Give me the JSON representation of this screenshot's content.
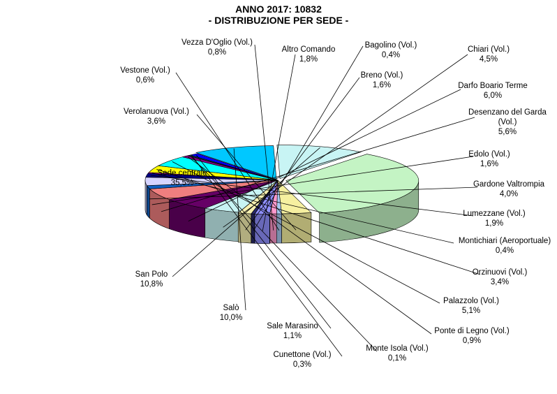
{
  "chart_data": {
    "type": "pie",
    "style": "3d-exploded",
    "title": "ANNO 2017: 10832",
    "subtitle": "- DISTRIBUZIONE PER SEDE -",
    "slices": [
      {
        "label": "Altro Comando",
        "value": 1.8,
        "value_label": "1,8%",
        "color": "#9090ff"
      },
      {
        "label": "Bagolino (Vol.)",
        "value": 0.4,
        "value_label": "0,4%",
        "color": "#2a2a6a"
      },
      {
        "label": "Breno (Vol.)",
        "value": 1.6,
        "value_label": "1,6%",
        "color": "#f6f0b0"
      },
      {
        "label": "Chiari (Vol.)",
        "value": 4.5,
        "value_label": "4,5%",
        "color": "#c8f4f4"
      },
      {
        "label": "Darfo Boario Terme",
        "value": 6.0,
        "value_label": "6,0%",
        "color": "#660066"
      },
      {
        "label": "Desenzano del Garda (Vol.)",
        "value": 5.6,
        "value_label": "5,6%",
        "color": "#ef7f7f"
      },
      {
        "label": "Edolo (Vol.)",
        "value": 1.6,
        "value_label": "1,6%",
        "color": "#1060c0"
      },
      {
        "label": "Gardone Valtrompia",
        "value": 4.0,
        "value_label": "4,0%",
        "color": "#d6d4ff"
      },
      {
        "label": "Lumezzane (Vol.)",
        "value": 1.9,
        "value_label": "1,9%",
        "color": "#000080"
      },
      {
        "label": "Montichiari (Aeroportuale)",
        "value": 0.4,
        "value_label": "0,4%",
        "color": "#ff00ff"
      },
      {
        "label": "Orzinuovi (Vol.)",
        "value": 3.4,
        "value_label": "3,4%",
        "color": "#ffff00"
      },
      {
        "label": "Palazzolo (Vol.)",
        "value": 5.1,
        "value_label": "5,1%",
        "color": "#00ffff"
      },
      {
        "label": "Ponte di Legno (Vol.)",
        "value": 0.9,
        "value_label": "0,9%",
        "color": "#800080"
      },
      {
        "label": "Monte Isola (Vol.)",
        "value": 0.1,
        "value_label": "0,1%",
        "color": "#800000"
      },
      {
        "label": "Cunettone (Vol.)",
        "value": 0.3,
        "value_label": "0,3%",
        "color": "#008080"
      },
      {
        "label": "Sale Marasino",
        "value": 1.1,
        "value_label": "1,1%",
        "color": "#0000ff"
      },
      {
        "label": "Salò",
        "value": 10.0,
        "value_label": "10,0%",
        "color": "#00c8ff"
      },
      {
        "label": "San Polo",
        "value": 10.8,
        "value_label": "10,8%",
        "color": "#c8f4f4"
      },
      {
        "label": "Sede centrale",
        "value": 35.5,
        "value_label": "35,5%",
        "color": "#c4f4c4"
      },
      {
        "label": "Verolanuova (Vol.)",
        "value": 3.6,
        "value_label": "3,6%",
        "color": "#f6f0a0"
      },
      {
        "label": "Vestone (Vol.)",
        "value": 0.6,
        "value_label": "0,6%",
        "color": "#a8c8f0"
      },
      {
        "label": "Vezza D'Oglio (Vol.)",
        "value": 0.8,
        "value_label": "0,8%",
        "color": "#ff99cc"
      }
    ]
  }
}
